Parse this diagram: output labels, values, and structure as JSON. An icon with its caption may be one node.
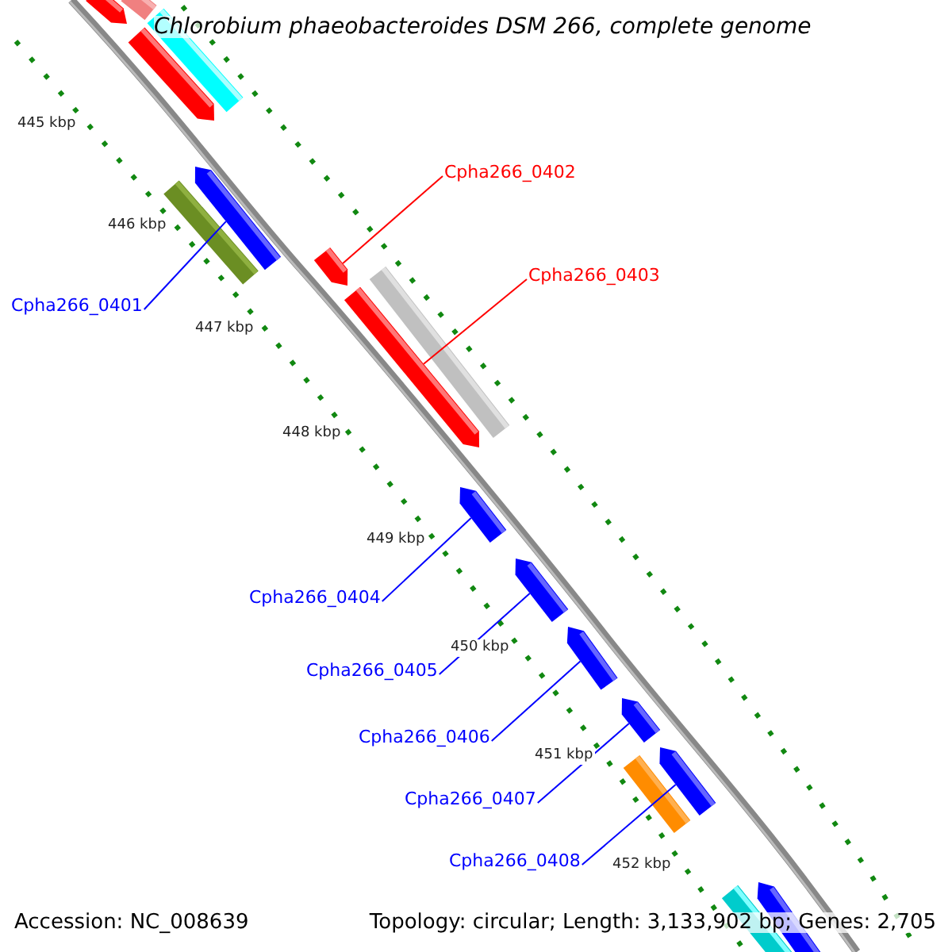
{
  "diagram": {
    "title": "Chlorobium phaeobacteroides DSM 266, complete genome",
    "nodes": [
      {
        "text": [
          "Cpha266_0402"
        ]
      },
      {
        "text": [
          "Cpha266_0403"
        ]
      },
      {
        "text": [
          "Cpha266_0401"
        ]
      },
      {
        "text": [
          "Cpha266_0404"
        ]
      },
      {
        "text": [
          "Cpha266_0405"
        ]
      },
      {
        "text": [
          "Cpha266_0406"
        ]
      },
      {
        "text": [
          "Cpha266_0407"
        ]
      },
      {
        "text": [
          "Cpha266_0408"
        ]
      },
      {
        "text": [],
        "shape": "bar"
      },
      {
        "text": [],
        "shape": "bar"
      },
      {
        "text": [],
        "shape": "bar"
      },
      {
        "text": [],
        "shape": "bar"
      },
      {
        "text": [],
        "shape": "bar"
      },
      {
        "text": [],
        "shape": "bar"
      },
      {
        "text": [],
        "shape": "bar"
      },
      {
        "text": [],
        "shape": "bar"
      }
    ],
    "edges": [
      {
        "from": 0,
        "to": 9,
        "arrow": "none",
        "color": "#ff0000"
      },
      {
        "from": 1,
        "to": 10,
        "arrow": "none",
        "color": "#ff0000"
      },
      {
        "from": 2,
        "to": 8,
        "arrow": "none"
      },
      {
        "from": 3,
        "to": 11,
        "arrow": "none"
      },
      {
        "from": 4,
        "to": 12,
        "arrow": "none"
      },
      {
        "from": 5,
        "to": 13,
        "arrow": "none"
      },
      {
        "from": 6,
        "to": 14,
        "arrow": "none"
      },
      {
        "from": 7,
        "to": 15,
        "arrow": "none"
      }
    ],
    "labels": [
      "445 kbp",
      "446 kbp",
      "447 kbp",
      "448 kbp",
      "449 kbp",
      "450 kbp",
      "451 kbp",
      "452 kbp",
      "Accession: NC_008639",
      "Topology: circular; Length: 3,133,902 bp; Genes: 2,705"
    ]
  }
}
